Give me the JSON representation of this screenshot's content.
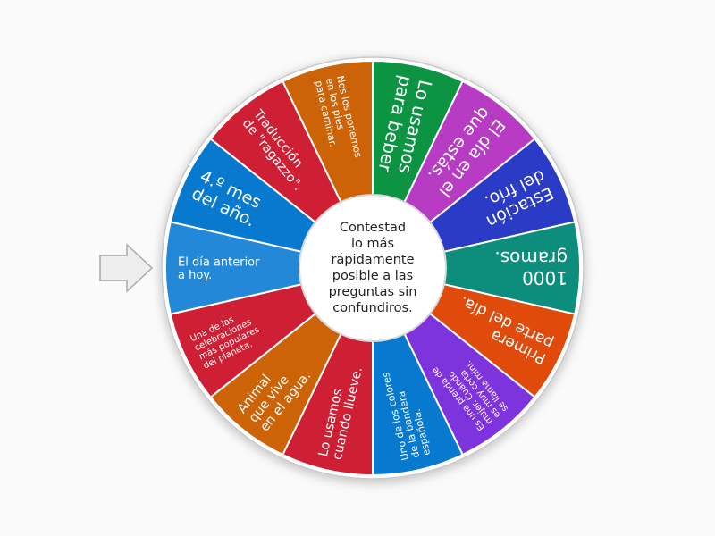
{
  "wheel": {
    "center_text": "Contestad\nlo más\nrápidamente\nposible a las\npreguntas sin\nconfundiros.",
    "pointer_icon": "arrow-right-icon",
    "segments": [
      {
        "lines": [
          "Lo usamos",
          "para beber"
        ],
        "color": "#0c9443",
        "size": 20
      },
      {
        "lines": [
          "El día en el",
          "que estás."
        ],
        "color": "#b73cc3",
        "size": 19
      },
      {
        "lines": [
          "Estación",
          "del frío."
        ],
        "color": "#2a3bc6",
        "size": 19
      },
      {
        "lines": [
          "1000",
          "gramos."
        ],
        "color": "#0d8e7d",
        "size": 20
      },
      {
        "lines": [
          "Primera",
          "parte del día."
        ],
        "color": "#e04a0b",
        "size": 17
      },
      {
        "lines": [
          "Es una prenda de",
          "mujer. Cuando",
          "es muy corta",
          "se llama mini."
        ],
        "color": "#7e34dd",
        "size": 10
      },
      {
        "lines": [
          "Uno de los colores",
          "de la bandera",
          "española."
        ],
        "color": "#0779cf",
        "size": 11
      },
      {
        "lines": [
          "Lo usamos",
          "cuando llueve."
        ],
        "color": "#cf1f34",
        "size": 14.5
      },
      {
        "lines": [
          "Animal",
          "que vive",
          "en el agua."
        ],
        "color": "#cd6307",
        "size": 14.5
      },
      {
        "lines": [
          "Una de las",
          "celebraciones",
          "más populares",
          "del planeta."
        ],
        "color": "#cf1f34",
        "size": 10
      },
      {
        "lines": [
          "El día anterior",
          "a hoy."
        ],
        "color": "#2388d8",
        "size": 13
      },
      {
        "lines": [
          "4.º mes",
          "del año."
        ],
        "color": "#0779cf",
        "size": 19
      },
      {
        "lines": [
          "Traducción",
          "de \"ragazzo\"."
        ],
        "color": "#cf1f34",
        "size": 14.5
      },
      {
        "lines": [
          "Nos los ponemos",
          "en los pies",
          "para caminar."
        ],
        "color": "#cd6307",
        "size": 11
      }
    ]
  }
}
